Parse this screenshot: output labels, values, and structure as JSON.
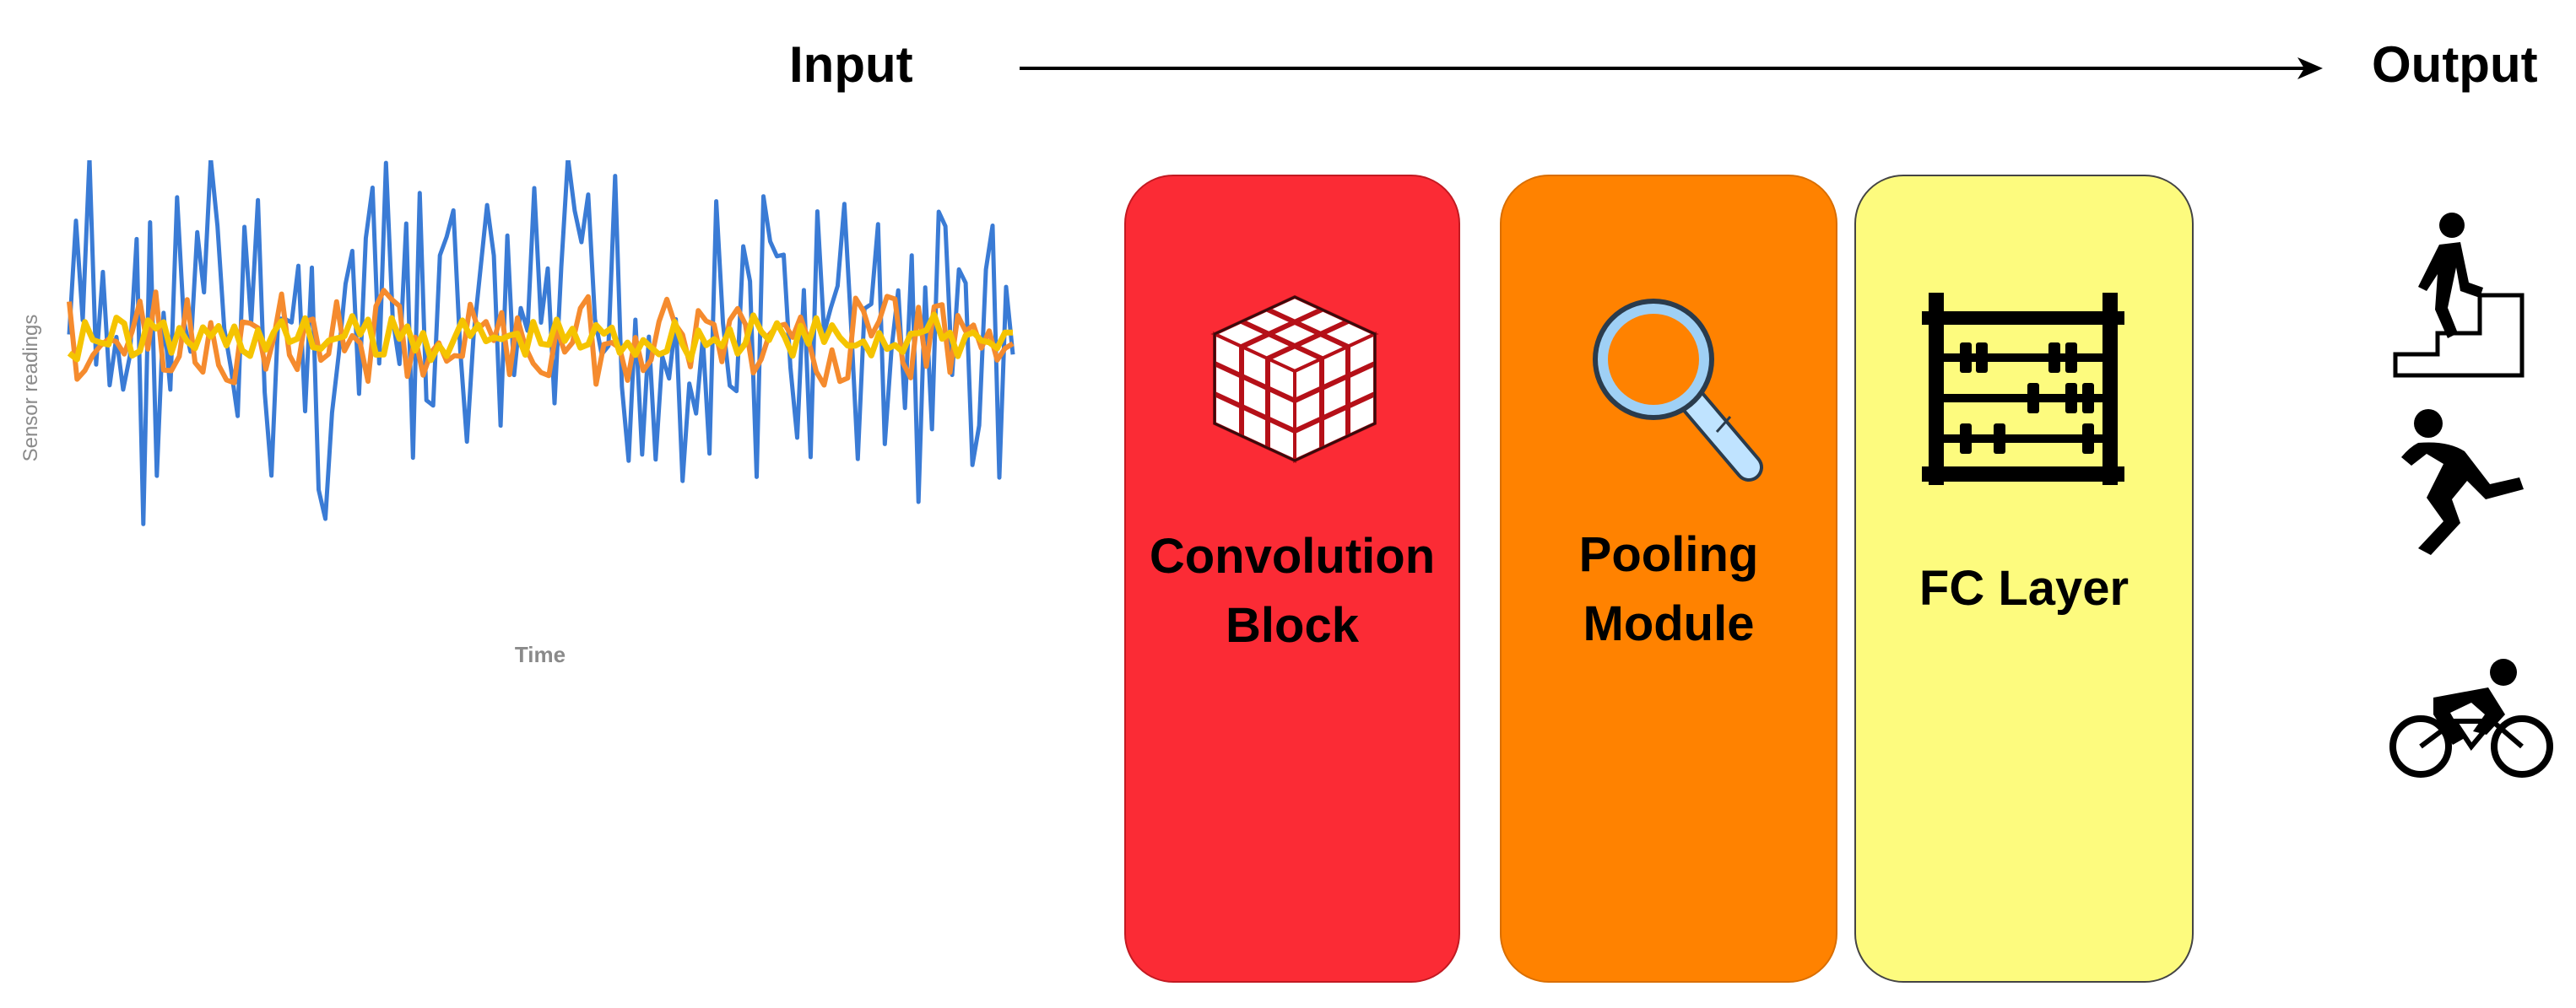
{
  "header": {
    "input_label": "Input",
    "output_label": "Output"
  },
  "chart": {
    "ylabel": "Sensor readings",
    "xlabel": "Time",
    "series_colors": [
      "#3a7bd5",
      "#f58b2e",
      "#f5c400"
    ]
  },
  "blocks": [
    {
      "line1": "Convolution",
      "line2": "Block",
      "color": "#fb2b35",
      "icon": "rubiks-cube-icon"
    },
    {
      "line1": "Pooling",
      "line2": "Module",
      "color": "#ff8200",
      "icon": "magnifier-icon"
    },
    {
      "line1": "FC Layer",
      "line2": "",
      "color": "#fdfb7e",
      "icon": "abacus-icon"
    }
  ],
  "outputs": [
    "stairs-climbing-icon",
    "running-icon",
    "cycling-icon"
  ]
}
